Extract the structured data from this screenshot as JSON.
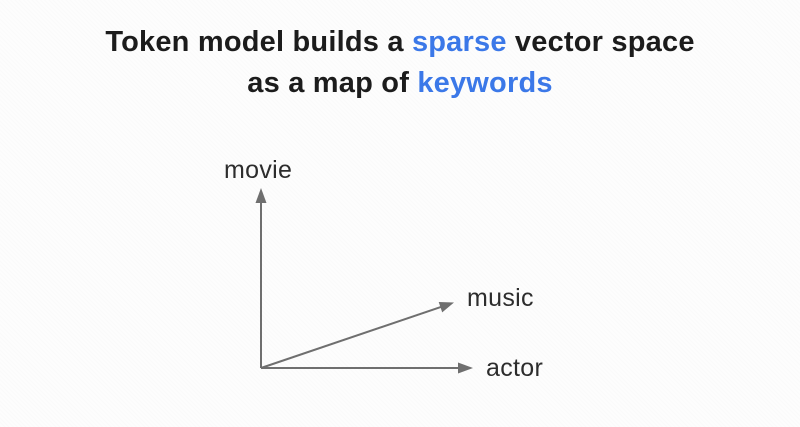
{
  "page": {
    "background_color": "#fdfdfd"
  },
  "title": {
    "line1": {
      "pre": "Token model builds a ",
      "highlight": "sparse",
      "post": " vector space"
    },
    "line2": {
      "pre": "as a map of ",
      "highlight": "keywords"
    },
    "text_color": "#1c1c1c",
    "highlight_color": "#3b78e8"
  },
  "diagram": {
    "type": "vector-space-axes",
    "arrow_color": "#6f6f6f",
    "label_color": "#2d2d2d",
    "labels": {
      "y_axis": "movie",
      "diagonal": "music",
      "x_axis": "actor"
    },
    "arrows": [
      {
        "name": "y-axis-arrow",
        "from": "origin",
        "direction": "up",
        "label": "movie"
      },
      {
        "name": "diagonal-arrow",
        "from": "origin",
        "direction": "up-right",
        "label": "music"
      },
      {
        "name": "x-axis-arrow",
        "from": "origin",
        "direction": "right",
        "label": "actor"
      }
    ]
  }
}
